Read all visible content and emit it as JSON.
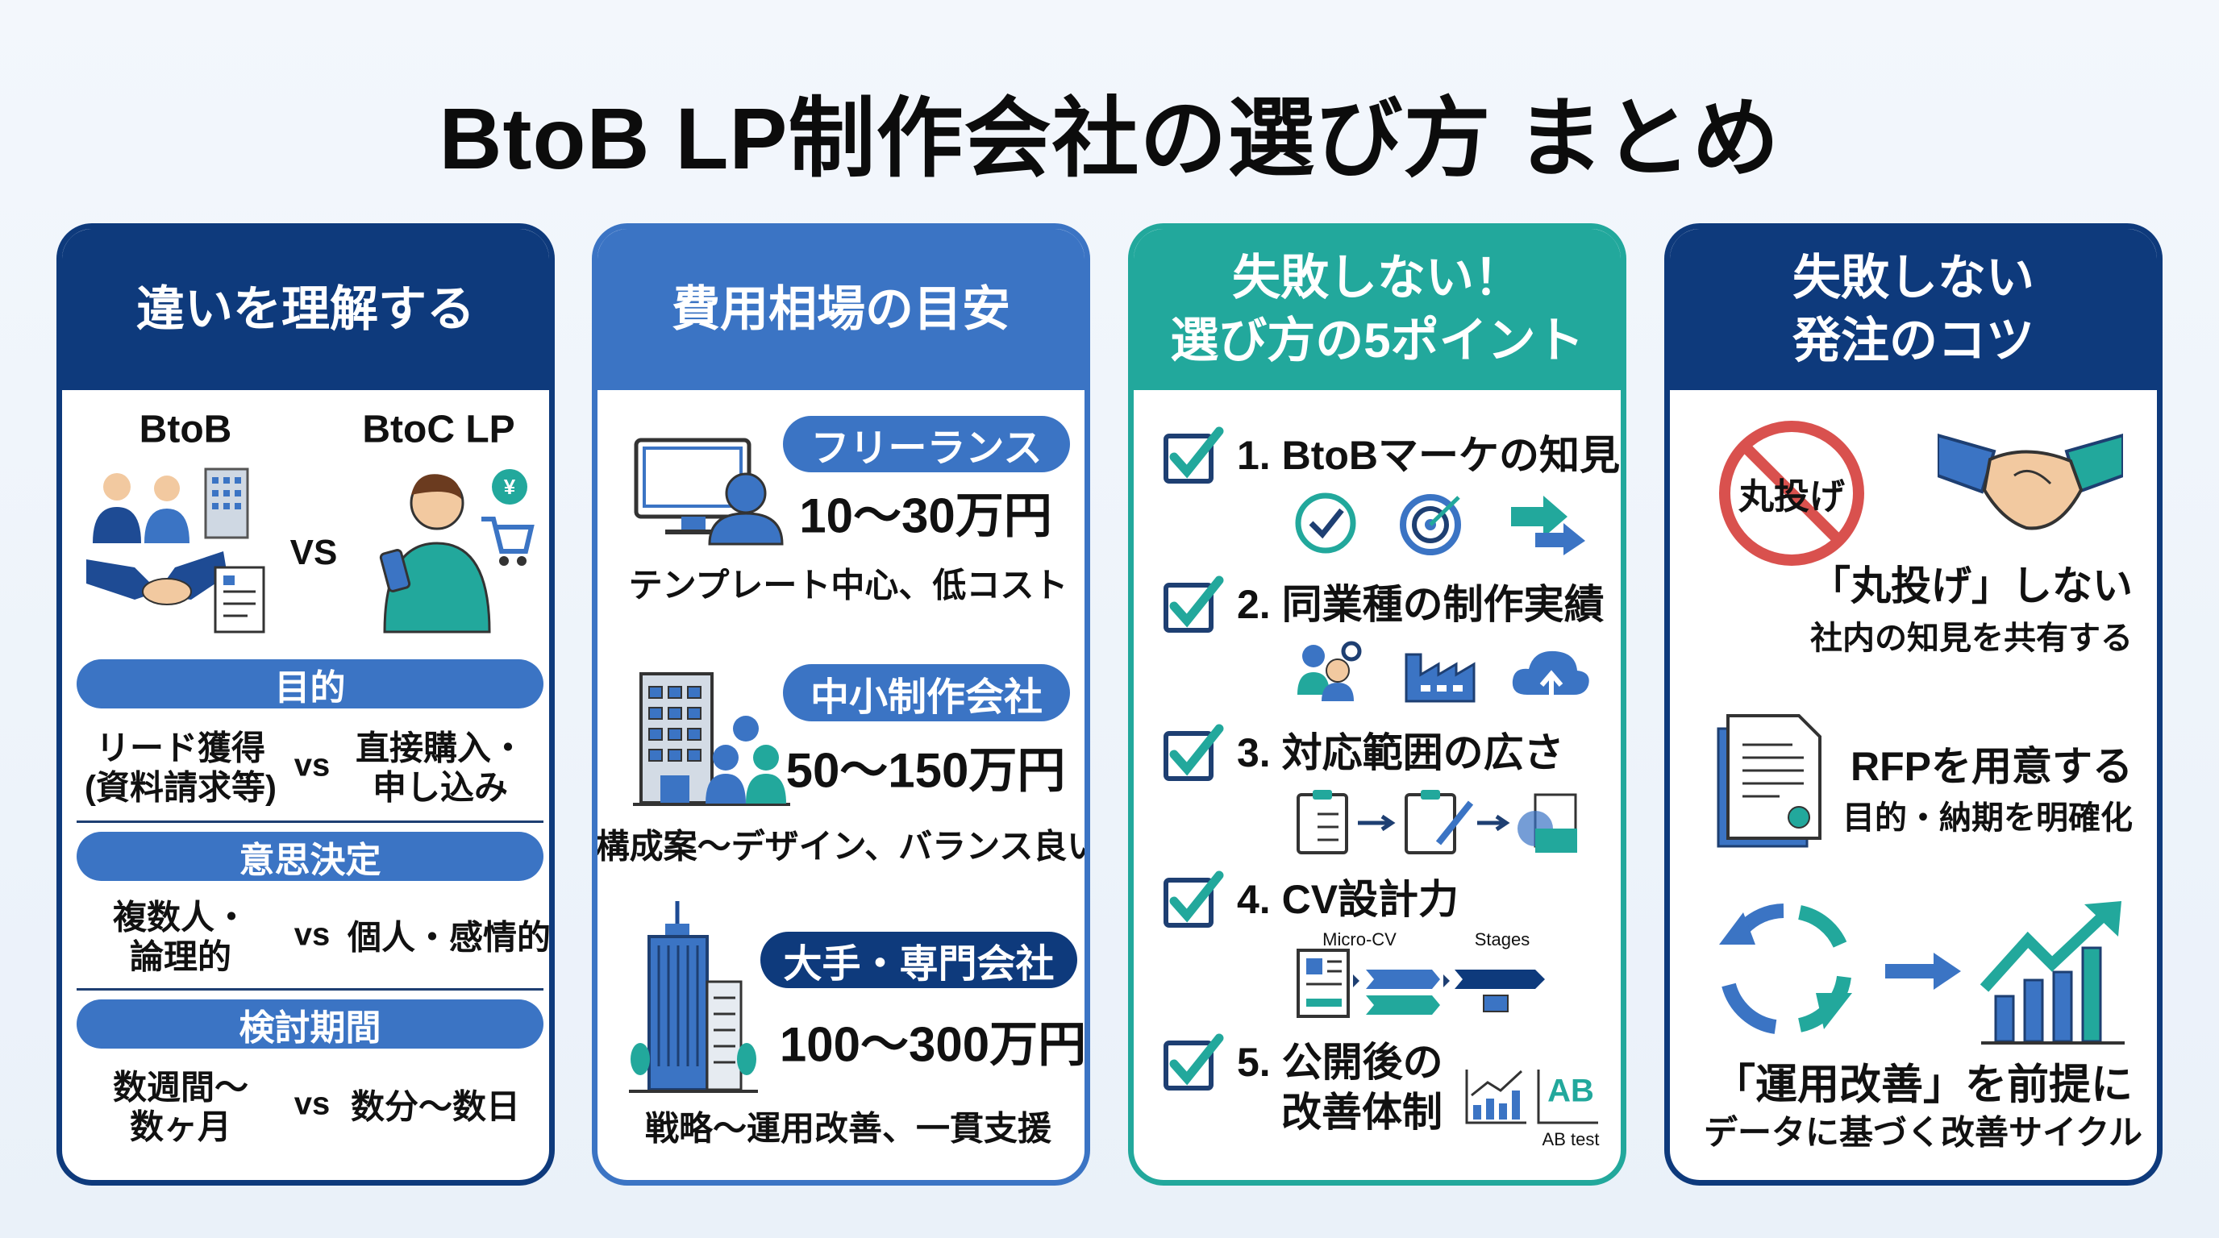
{
  "title": "BtoB LP制作会社の選び方 まとめ",
  "colors": {
    "navy": "#0e3a7c",
    "blue": "#3b74c4",
    "teal": "#22a89c",
    "red": "#d9514e"
  },
  "card1": {
    "heading": "違いを理解する",
    "left_label": "BtoB",
    "right_label": "BtoC LP",
    "vs": "VS",
    "sections": [
      {
        "label": "目的",
        "left": [
          "リード獲得",
          "(資料請求等)"
        ],
        "vs": "vs",
        "right": [
          "直接購入・",
          "申し込み"
        ]
      },
      {
        "label": "意思決定",
        "left": [
          "複数人・",
          "論理的"
        ],
        "vs": "vs",
        "right": [
          "個人・感情的"
        ]
      },
      {
        "label": "検討期間",
        "left": [
          "数週間〜",
          "数ヶ月"
        ],
        "vs": "vs",
        "right": [
          "数分〜数日"
        ]
      }
    ]
  },
  "card2": {
    "heading": "費用相場の目安",
    "tiers": [
      {
        "label": "フリーランス",
        "price": "10〜30万円",
        "desc": "テンプレート中心、低コスト",
        "icon": "monitor-person-icon"
      },
      {
        "label": "中小制作会社",
        "price": "50〜150万円",
        "desc": "構成案〜デザイン、バランス良い",
        "icon": "office-team-icon"
      },
      {
        "label": "大手・専門会社",
        "price": "100〜300万円",
        "desc": "戦略〜運用改善、一貫支援",
        "icon": "skyscraper-icon"
      }
    ]
  },
  "card3": {
    "heading": [
      "失敗しない！",
      "選び方の5ポイント"
    ],
    "points": [
      {
        "text": "1. BtoBマーケの知見"
      },
      {
        "text": "2. 同業種の制作実績"
      },
      {
        "text": "3. 対応範囲の広さ"
      },
      {
        "text": "4. CV設計力",
        "micro_cv": "Micro-CV",
        "stages": "Stages"
      },
      {
        "text": [
          "5. 公開後の",
          "改善体制"
        ],
        "ab": "AB",
        "ab_test": "AB test"
      }
    ]
  },
  "card4": {
    "heading": [
      "失敗しない",
      "発注のコツ"
    ],
    "no_sign_text": "丸投げ",
    "tips": [
      {
        "title": "「丸投げ」しない",
        "sub": "社内の知見を共有する"
      },
      {
        "title": "RFPを用意する",
        "sub": "目的・納期を明確化"
      },
      {
        "title": "「運用改善」を前提に",
        "sub": "データに基づく改善サイクル"
      }
    ]
  }
}
